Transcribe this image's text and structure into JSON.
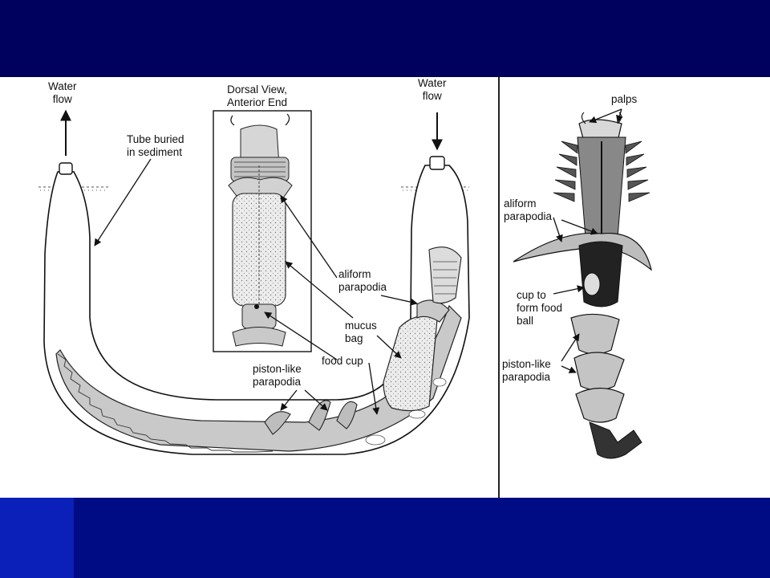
{
  "figure": {
    "labels": {
      "water_flow_left_1": "Water",
      "water_flow_left_2": "flow",
      "water_flow_right_1": "Water",
      "water_flow_right_2": "flow",
      "tube_1": "Tube buried",
      "tube_2": "in sediment",
      "dorsal_1": "Dorsal View,",
      "dorsal_2": "Anterior End",
      "aliform_1": "aliform",
      "aliform_2": "parapodia",
      "mucus_1": "mucus",
      "mucus_2": "bag",
      "food_cup": "food cup",
      "piston_1": "piston-like",
      "piston_2": "parapodia",
      "palps": "palps",
      "r_aliform_1": "aliform",
      "r_aliform_2": "parapodia",
      "r_cup_1": "cup to",
      "r_cup_2": "form food",
      "r_cup_3": "ball",
      "r_piston_1": "piston-like",
      "r_piston_2": "parapodia"
    }
  }
}
